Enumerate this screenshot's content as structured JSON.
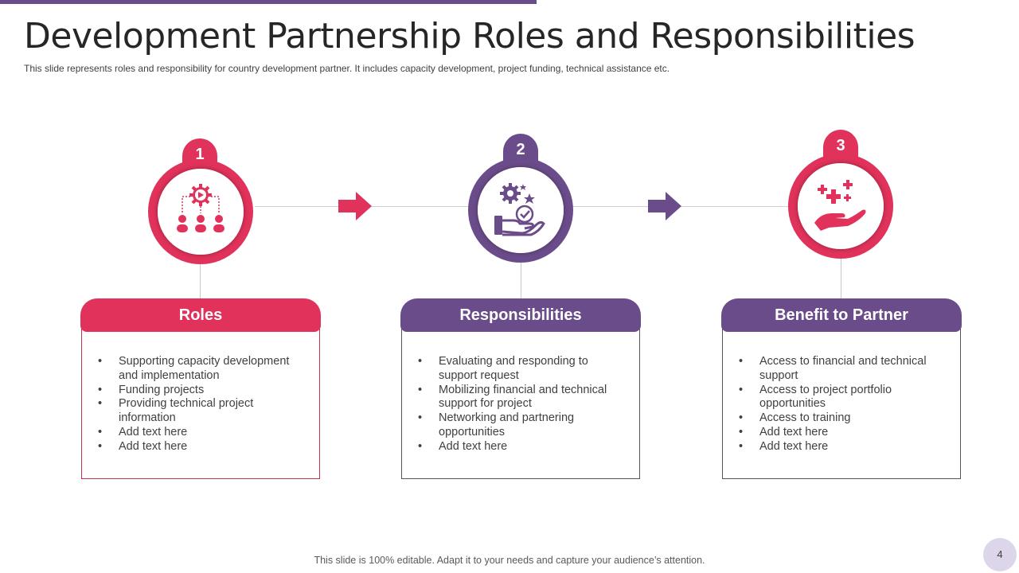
{
  "slide": {
    "title": "Development Partnership Roles and Responsibilities",
    "subtitle": "This slide represents roles and responsibility for country development partner. It includes capacity development, project funding, technical assistance etc.",
    "footer": "This slide is 100% editable. Adapt it to your needs and capture your audience’s attention.",
    "page_number": "4"
  },
  "colors": {
    "crimson": "#e0325a",
    "purple": "#6b4c8a",
    "accent_bar": "#6b4c8a"
  },
  "steps": [
    {
      "number": "1",
      "heading": "Roles",
      "icon": "team-gear-icon",
      "items": [
        "Supporting capacity development and implementation",
        "Funding projects",
        "Providing technical project information",
        "Add text here",
        "Add text here"
      ]
    },
    {
      "number": "2",
      "heading": "Responsibilities",
      "icon": "hand-gear-check-icon",
      "items": [
        "Evaluating and responding to support request",
        "Mobilizing financial and technical support for project",
        "Networking and partnering opportunities",
        "Add text here"
      ]
    },
    {
      "number": "3",
      "heading": "Benefit to Partner",
      "icon": "hand-plus-icon",
      "items": [
        "Access to financial and technical support",
        "Access to project portfolio opportunities",
        "Access to training",
        "Add text here",
        "Add text here"
      ]
    }
  ]
}
